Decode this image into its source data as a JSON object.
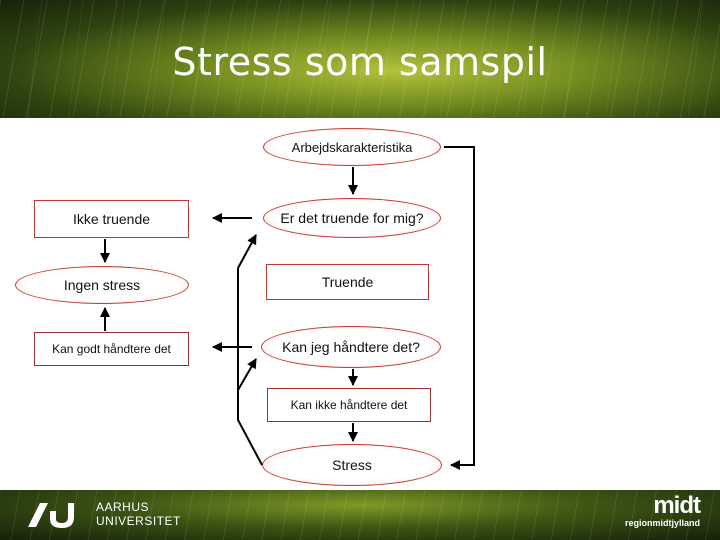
{
  "slide": {
    "title": "Stress som samspil"
  },
  "diagram": {
    "nodes": {
      "arbejds": "Arbejdskarakteristika",
      "truende_q": "Er det truende for mig?",
      "ikke_truende": "Ikke truende",
      "truende": "Truende",
      "ingen_stress": "Ingen stress",
      "kan_jeg": "Kan jeg håndtere det?",
      "kan_godt": "Kan godt håndtere det",
      "kan_ikke": "Kan ikke håndtere det",
      "stress": "Stress"
    }
  },
  "footer": {
    "university_line1": "AARHUS",
    "university_line2": "UNIVERSITET",
    "region_big": "midt",
    "region_small": "regionmidtjylland"
  },
  "colors": {
    "node_border": "#c0392b",
    "arrow": "#000000"
  }
}
